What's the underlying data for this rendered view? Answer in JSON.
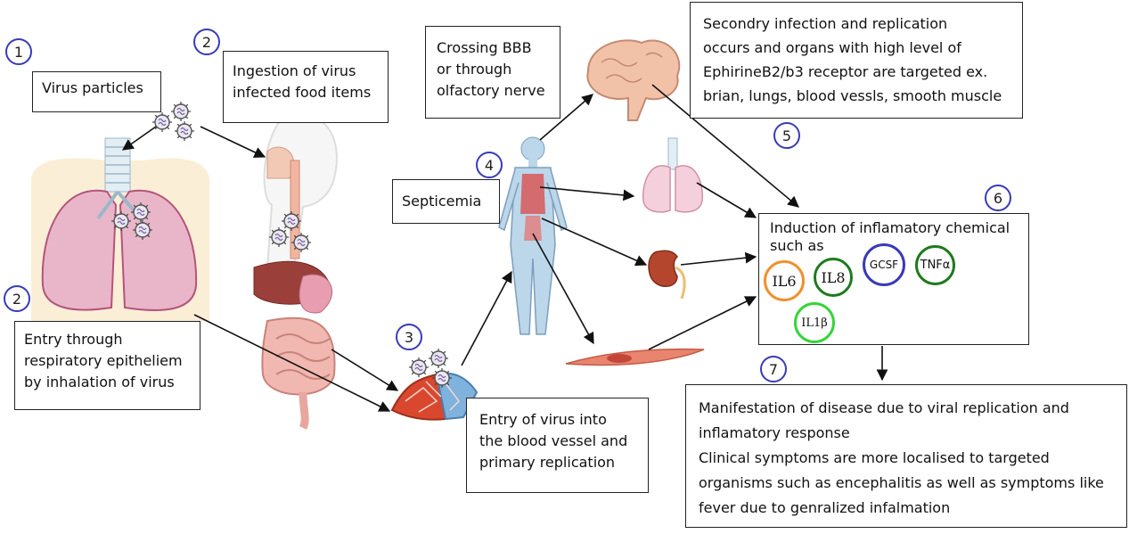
{
  "boxes": {
    "virus_particles": "Virus particles",
    "ingestion": [
      "Ingestion of virus",
      "infected food items"
    ],
    "inhalation": [
      "Entry through",
      "respiratory epitheliem",
      "by inhalation of virus"
    ],
    "blood_entry": [
      "Entry of virus into",
      "the blood vessel and",
      "primary replication"
    ],
    "septicemia": "Septicemia",
    "crossing_bbb": [
      "Crossing BBB",
      "or through",
      "olfactory nerve"
    ],
    "secondary_infection": [
      "Secondry infection and replication",
      "occurs and organs with high level of",
      "EphirineB2/b3 receptor are targeted ex.",
      "brian, lungs, blood vessls, smooth muscle"
    ],
    "inflammation_title": [
      "Induction of inflamatory chemical",
      "such as"
    ],
    "manifestation": [
      "Manifestation of disease due to viral replication and",
      "inflamatory response",
      "Clinical symptoms are more localised to targeted",
      "organisms such as encephalitis as well as symptoms like",
      "fever due to genralized infalmation"
    ]
  },
  "steps": {
    "s1": "1",
    "s2_top": "2",
    "s2_left": "2",
    "s3": "3",
    "s4": "4",
    "s5": "5",
    "s6": "6",
    "s7": "7"
  },
  "cytokines": {
    "il6": "IL6",
    "il8": "IL8",
    "gcsf": "GCSF",
    "tnfa": "TNFα",
    "il1b": "IL1β"
  },
  "colors": {
    "step_ring": "#3a3ab8",
    "il6": "#f0902c",
    "il8": "#1e7a1e",
    "gcsf": "#3a3ab8",
    "tnfa": "#1e7a1e",
    "il1b": "#36d43a",
    "lung": "#e9b6c9",
    "blood_red": "#d9482e",
    "blood_blue": "#7fb2dc"
  },
  "icons": [
    "lungs-icon",
    "digestive-system-icon",
    "blood-vessel-icon",
    "human-body-icon",
    "brain-icon",
    "kidney-icon",
    "smooth-muscle-icon",
    "virus-particle-icon"
  ]
}
